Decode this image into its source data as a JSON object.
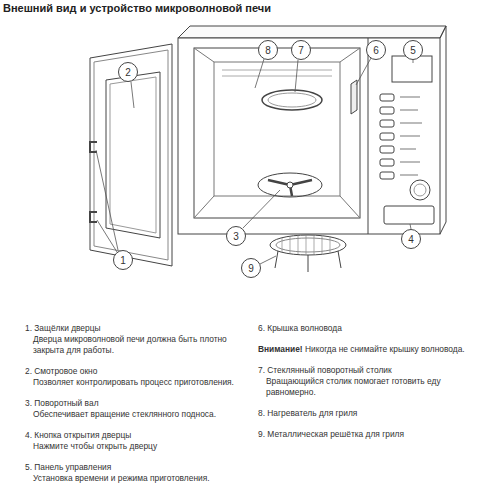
{
  "diagram": {
    "title": "Внешний вид и устройство микроволновой печи",
    "nodes": [
      {
        "text": [
          "8"
        ]
      },
      {
        "text": [
          "7"
        ]
      },
      {
        "text": [
          "6"
        ]
      },
      {
        "text": [
          "5"
        ]
      },
      {
        "text": [
          "2"
        ]
      },
      {
        "text": [
          "3"
        ]
      },
      {
        "text": [
          "4"
        ]
      },
      {
        "text": [
          "1"
        ]
      },
      {
        "text": [
          "9"
        ]
      }
    ],
    "labels": [
      "1. Защёлки дверцы",
      "Дверца микроволновой печи должна быть плотно закрыта для работы.",
      "2. Смотровое окно",
      "Позволяет контролировать процесс приготовления.",
      "3. Поворотный вал",
      "Обеспечивает вращение стеклянного подноса.",
      "4. Кнопка открытия дверцы",
      "Нажмите чтобы открыть дверцу",
      "5. Панель управления",
      "Установка времени и режима приготовления.",
      "6. Крышка волновода",
      "Внимание!",
      "Никогда не снимайте крышку волновода.",
      "7. Стеклянный поворотный столик",
      "Вращающийся столик помогает готовить еду равномерно.",
      "8. Нагреватель для гриля",
      "9. Металлическая решётка для гриля"
    ]
  }
}
